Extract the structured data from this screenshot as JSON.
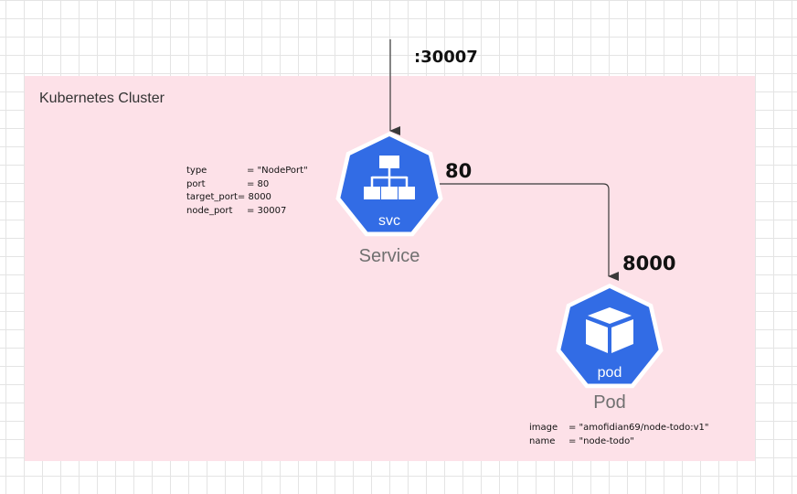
{
  "cluster": {
    "title": "Kubernetes Cluster",
    "background_color": "#fde1e8"
  },
  "ports": {
    "external": ":30007",
    "service": "80",
    "pod": "8000"
  },
  "service": {
    "icon_name": "service-svc-icon",
    "icon_text": "svc",
    "label": "Service",
    "color": "#326ce5",
    "properties": [
      {
        "key": "type",
        "value": "= \"NodePort\""
      },
      {
        "key": "port",
        "value": "= 80"
      },
      {
        "key": "target_port",
        "value": "= 8000"
      },
      {
        "key": "node_port",
        "value": "= 30007"
      }
    ]
  },
  "pod": {
    "icon_name": "pod-cube-icon",
    "icon_text": "pod",
    "label": "Pod",
    "color": "#326ce5",
    "properties": [
      {
        "key": "image",
        "value": "= \"amofidian69/node-todo:v1\""
      },
      {
        "key": "name",
        "value": "= \"node-todo\""
      }
    ]
  }
}
